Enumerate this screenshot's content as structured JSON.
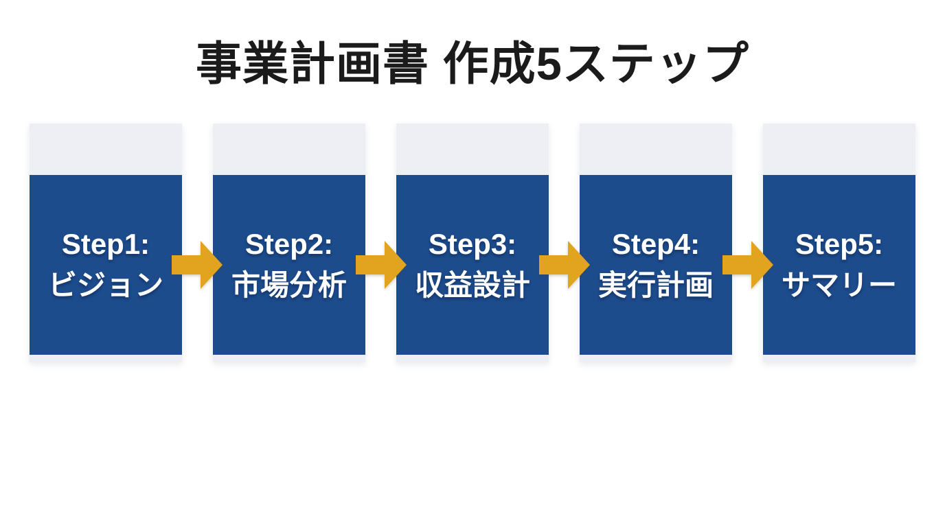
{
  "title": "事業計画書 作成5ステップ",
  "colors": {
    "background": "#FFFFFF",
    "title_color": "#1B1B1B",
    "box_fill": "#1D4C8D",
    "band_fill": "#EDEFF4",
    "arrow_fill": "#E2A31E",
    "step_text": "#FFFFFF"
  },
  "steps": [
    {
      "step": "Step1:",
      "label": "ビジョン"
    },
    {
      "step": "Step2:",
      "label": "市場分析"
    },
    {
      "step": "Step3:",
      "label": "収益設計"
    },
    {
      "step": "Step4:",
      "label": "実行計画"
    },
    {
      "step": "Step5:",
      "label": "サマリー"
    }
  ],
  "icons": {
    "between_steps": "arrow-right-icon"
  }
}
